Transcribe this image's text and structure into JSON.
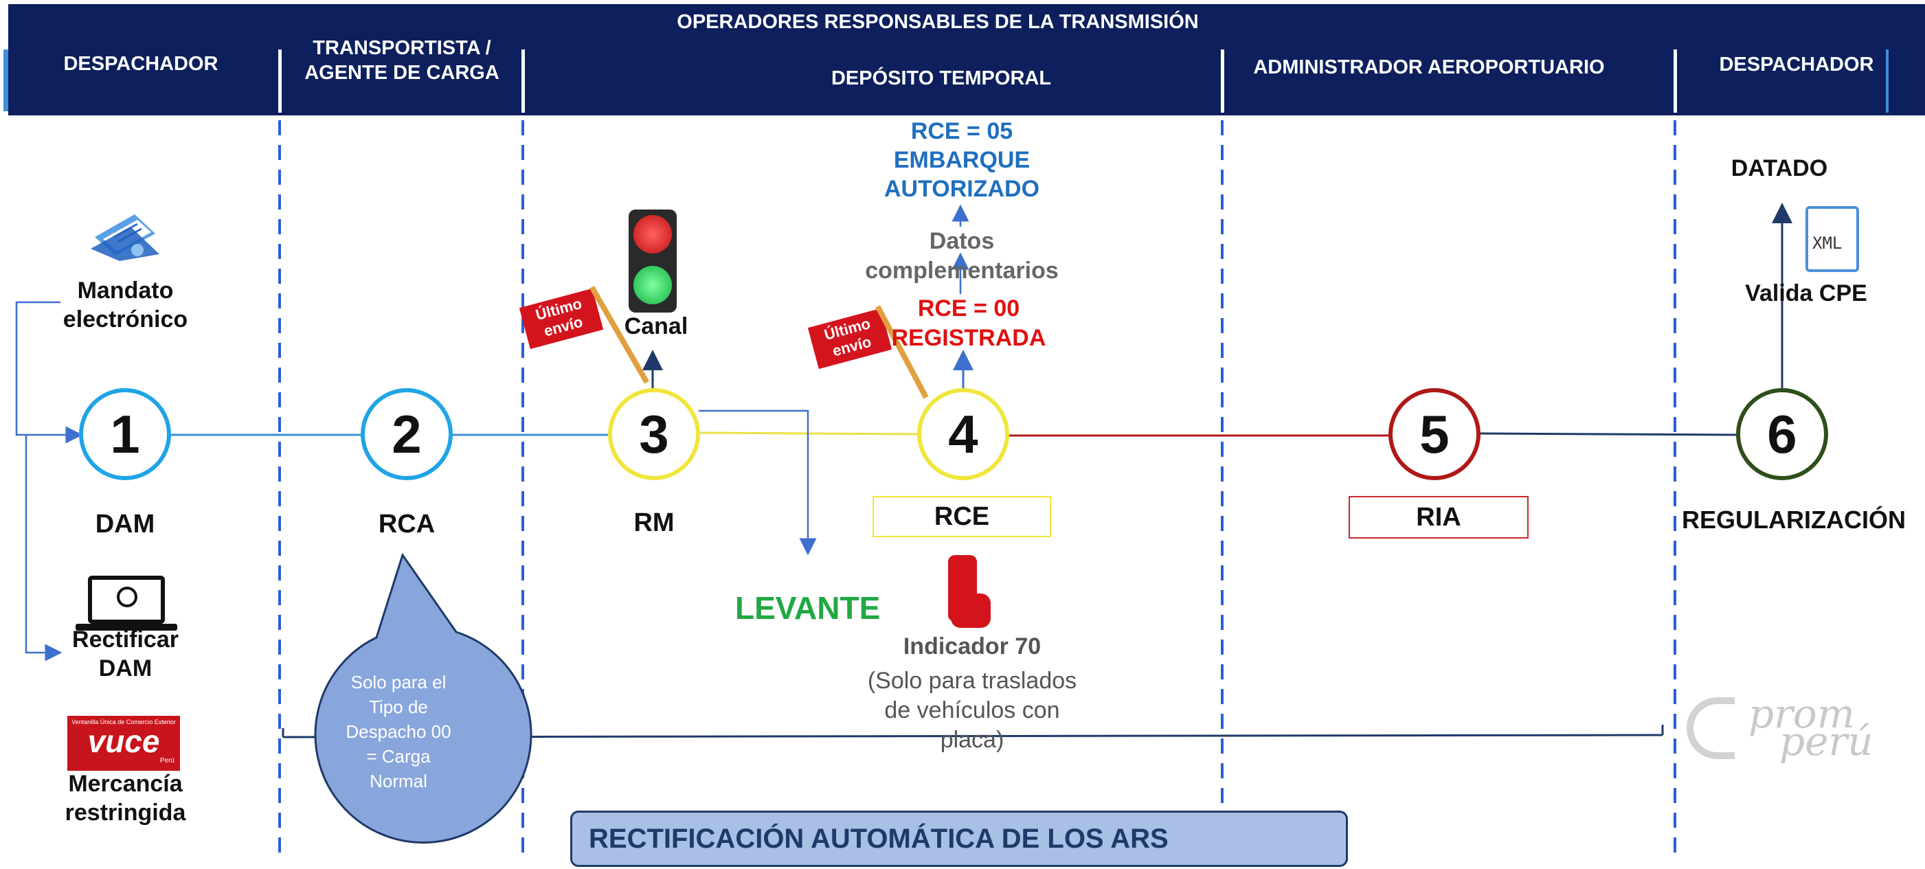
{
  "header": {
    "title": "OPERADORES RESPONSABLES DE LA TRANSMISIÓN",
    "col1": "DESPACHADOR",
    "col2_line1": "TRANSPORTISTA /",
    "col2_line2": "AGENTE DE CARGA",
    "col3": "DEPÓSITO TEMPORAL",
    "col4": "ADMINISTRADOR AEROPORTUARIO",
    "col5": "DESPACHADOR"
  },
  "steps": [
    {
      "num": "1",
      "label": "DAM"
    },
    {
      "num": "2",
      "label": "RCA"
    },
    {
      "num": "3",
      "label": "RM"
    },
    {
      "num": "4",
      "label": "RCE"
    },
    {
      "num": "5",
      "label": "RIA"
    },
    {
      "num": "6",
      "label": "REGULARIZACIÓN"
    }
  ],
  "left_items": {
    "mandato_line1": "Mandato",
    "mandato_line2": "electrónico",
    "rectificar_line1": "Rectificar",
    "rectificar_line2": "DAM",
    "vuce_logo_top": "Ventanilla Única de Comercio Exterior",
    "vuce_logo_main": "vuce",
    "vuce_logo_sub": "Perú",
    "restringida_line1": "Mercancía",
    "restringida_line2": "restringida"
  },
  "callout_rca": {
    "line1": "Solo para el",
    "line2": "Tipo de",
    "line3": "Despacho 00",
    "line4": "= Carga",
    "line5": "Normal"
  },
  "canal": "Canal",
  "flag_label_line1": "Último",
  "flag_label_line2": "envío",
  "levante": "LEVANTE",
  "rce_states": {
    "rce05_line1": "RCE = 05",
    "rce05_line2": "EMBARQUE",
    "rce05_line3": "AUTORIZADO",
    "datos_line1": "Datos",
    "datos_line2": "complementarios",
    "rce00_line1": "RCE = 00",
    "rce00_line2": "REGISTRADA"
  },
  "indicador": {
    "title": "Indicador 70",
    "line1": "(Solo para traslados",
    "line2": "de vehículos con",
    "line3": "placa)"
  },
  "datado": "DATADO",
  "xml_icon_text": "XML",
  "valida_cpe": "Valida CPE",
  "promperu_line1": "prom",
  "promperu_line2": "perú",
  "bottom_banner": "RECTIFICACIÓN AUTOMÁTICA DE LOS ARS",
  "colors": {
    "header_bg": "#0d1f5c",
    "blue_line": "#3d8fd9",
    "yellow_line": "#e8e24a",
    "red_line": "#b01818",
    "dark_line": "#1f3a68",
    "rce05": "#1f6fbf",
    "rce00": "#e01010",
    "levante": "#22a844",
    "banner_bg": "#a8c0e6"
  }
}
